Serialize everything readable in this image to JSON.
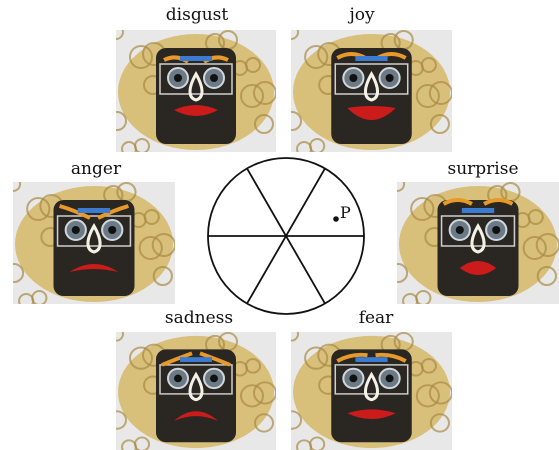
{
  "emotions": [
    {
      "id": "disgust",
      "label": "disgust"
    },
    {
      "id": "joy",
      "label": "joy"
    },
    {
      "id": "anger",
      "label": "anger"
    },
    {
      "id": "surprise",
      "label": "surprise"
    },
    {
      "id": "sadness",
      "label": "sadness"
    },
    {
      "id": "fear",
      "label": "fear"
    }
  ],
  "wheel": {
    "sector_count": 6,
    "point_label": "P"
  },
  "colors": {
    "hair": "#d8bf7a",
    "hair_dark": "#a88a45",
    "face": "#2a2622",
    "mouth": "#cc1b1b",
    "nose": "#f4f1e6",
    "brow_orange": "#e79a2a",
    "brow_blue": "#3b7bd0",
    "background": "#e8e8e8",
    "line": "#111111"
  }
}
